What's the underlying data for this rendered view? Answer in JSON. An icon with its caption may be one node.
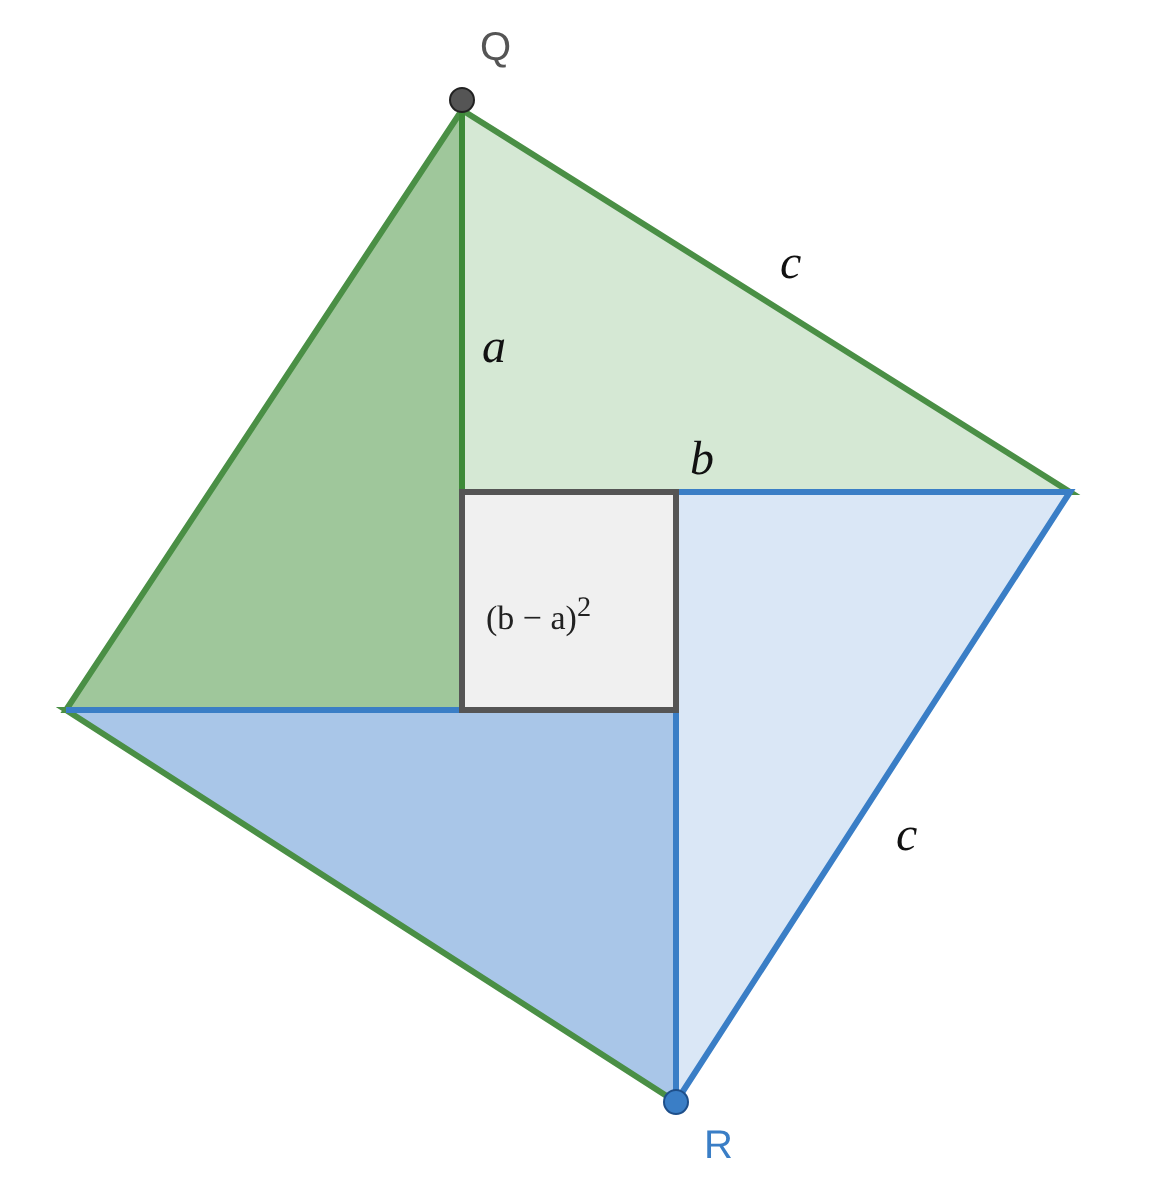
{
  "diagram": {
    "labels": [
      "Q",
      "c",
      "a",
      "b",
      "(b − a)$^{2}$",
      "c",
      "R"
    ]
  }
}
